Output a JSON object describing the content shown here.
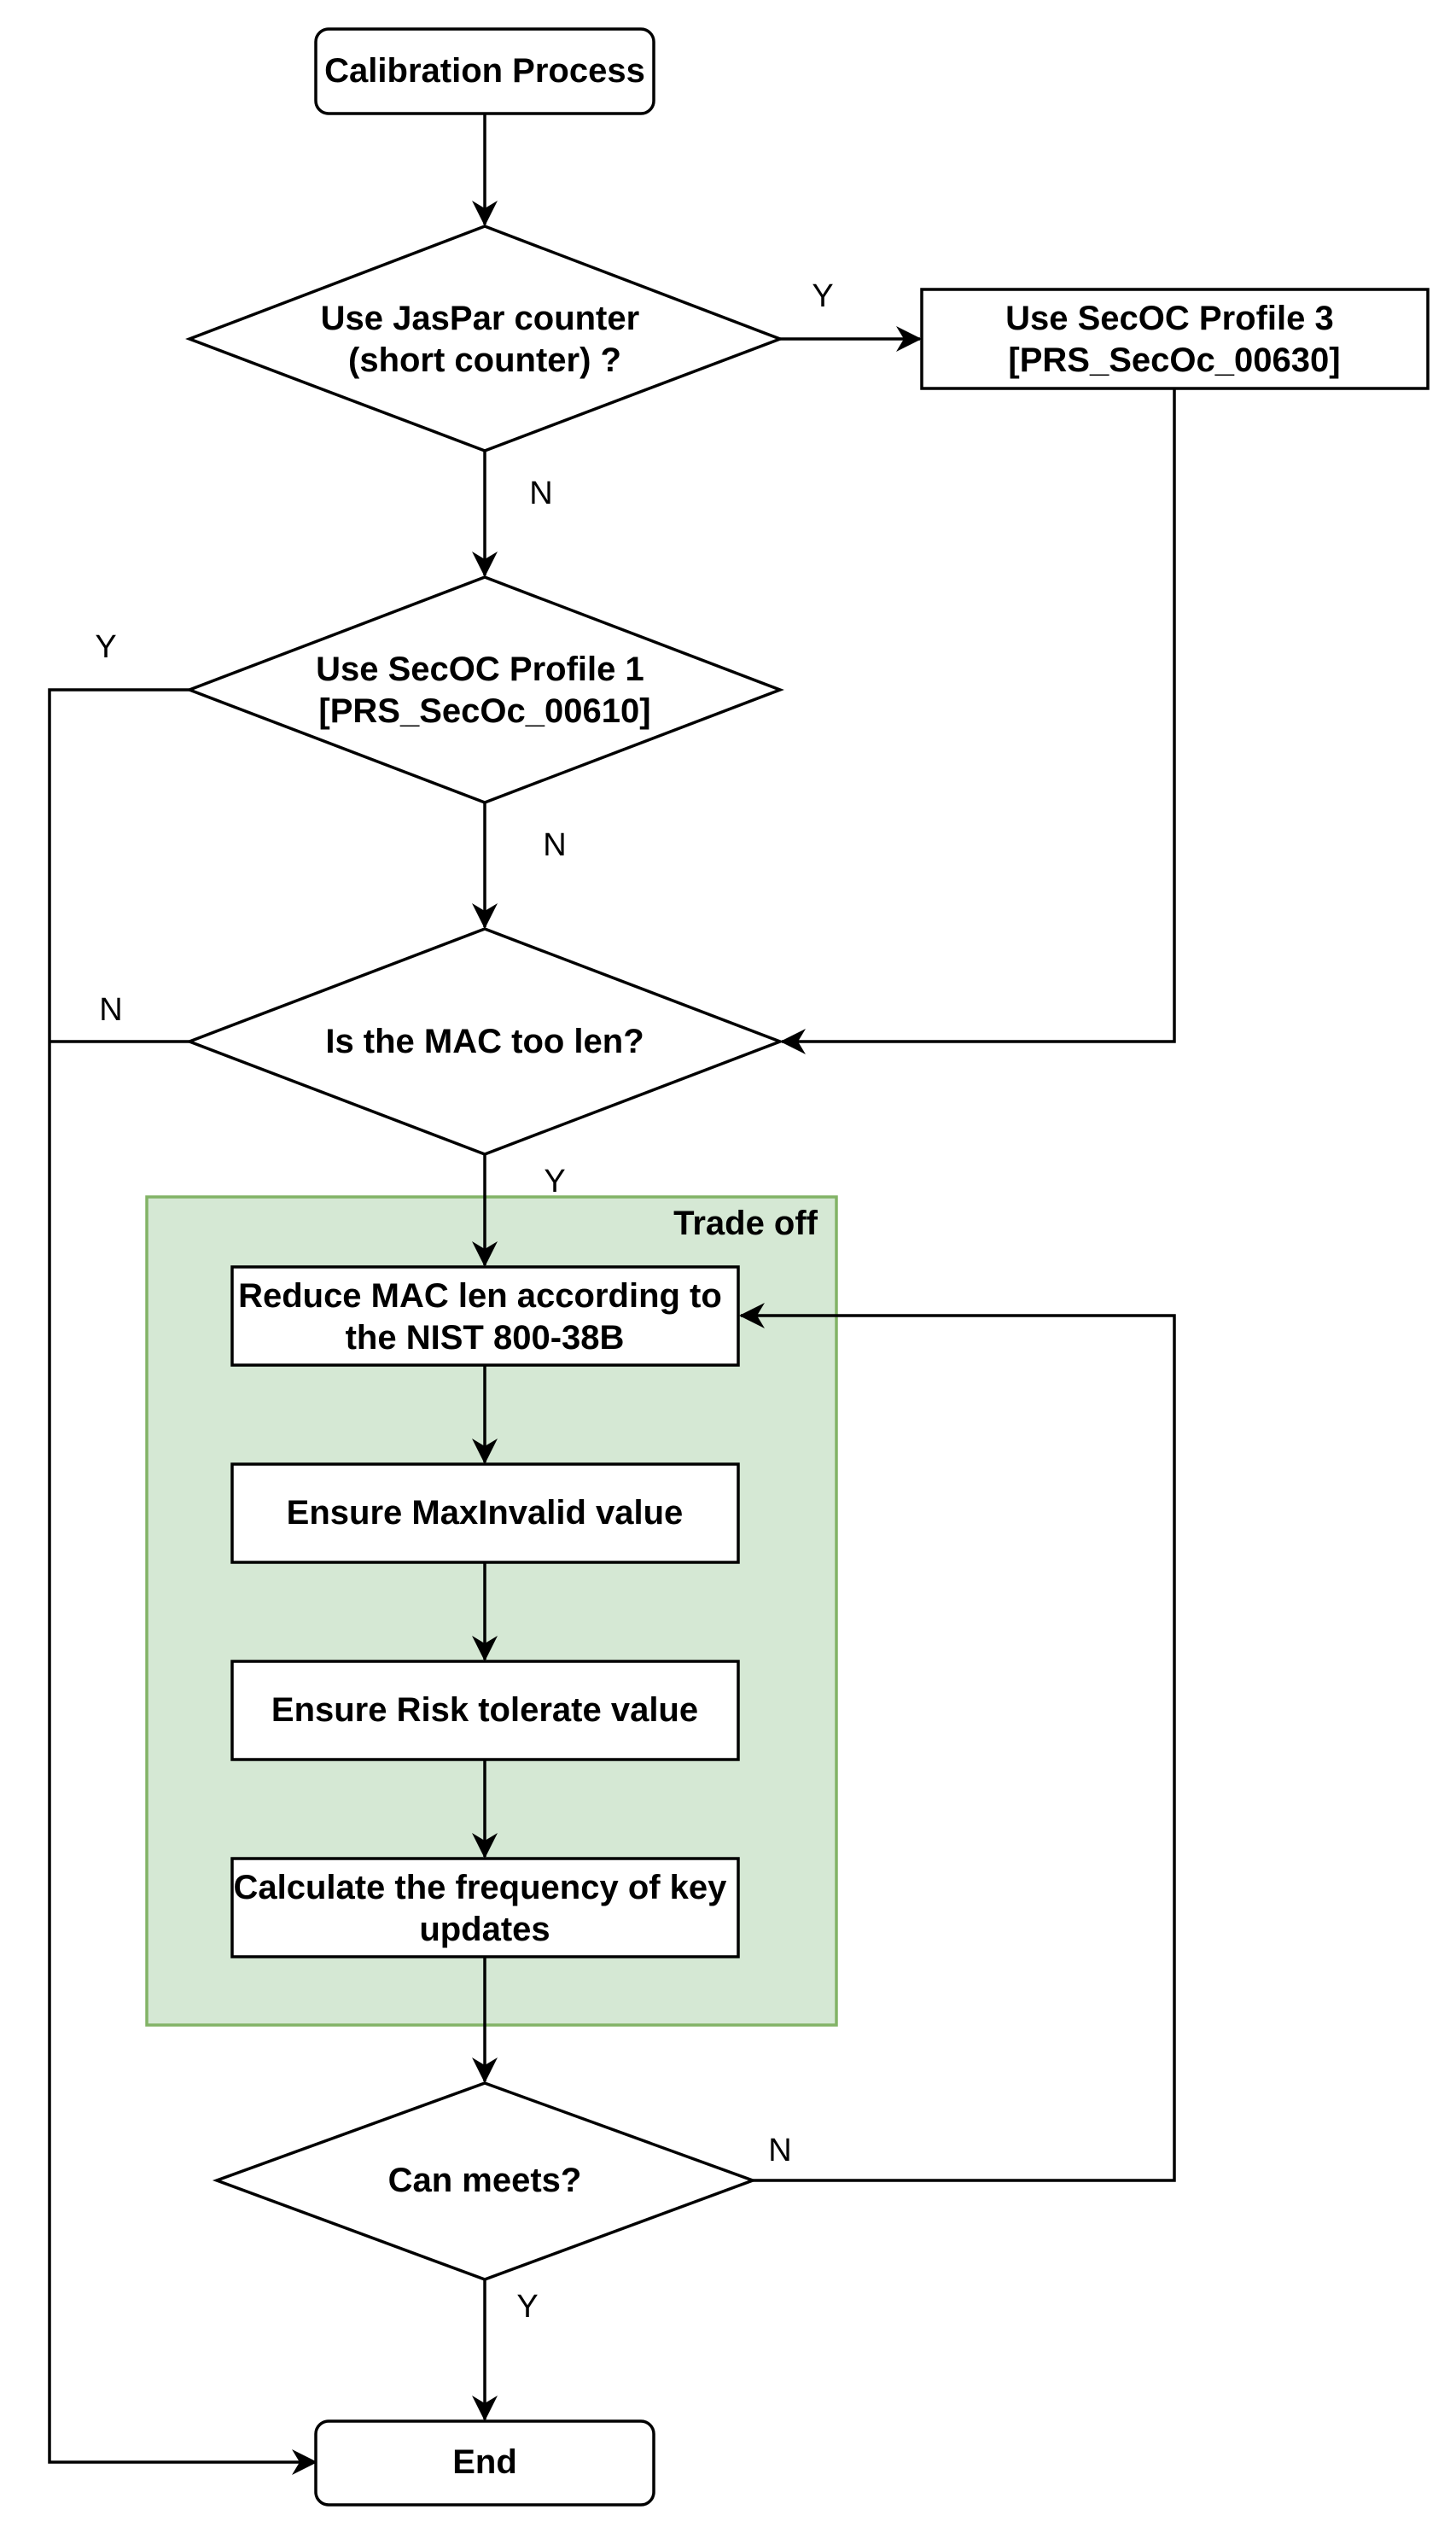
{
  "diagram": {
    "group": {
      "label": "Trade off"
    },
    "nodes": {
      "start": {
        "lines": [
          "Calibration Process"
        ]
      },
      "decision_jaspar": {
        "lines": [
          "Use JasPar counter",
          "(short counter) ?"
        ]
      },
      "profile3": {
        "lines": [
          "Use SecOC Profile 3",
          "[PRS_SecOc_00630]"
        ]
      },
      "decision_profile1": {
        "lines": [
          "Use SecOC Profile 1",
          "[PRS_SecOc_00610]"
        ]
      },
      "decision_mac": {
        "lines": [
          "Is the MAC too len?"
        ]
      },
      "reduce_mac": {
        "lines": [
          "Reduce MAC len according to",
          "the NIST 800-38B"
        ]
      },
      "ensure_maxinvalid": {
        "lines": [
          "Ensure MaxInvalid value"
        ]
      },
      "ensure_risk": {
        "lines": [
          "Ensure Risk tolerate value"
        ]
      },
      "calc_frequency": {
        "lines": [
          "Calculate the frequency of key",
          "updates"
        ]
      },
      "decision_meets": {
        "lines": [
          "Can meets?"
        ]
      },
      "end": {
        "lines": [
          "End"
        ]
      }
    },
    "edges": [
      {
        "from": "start",
        "to": "decision_jaspar",
        "label": ""
      },
      {
        "from": "decision_jaspar",
        "to": "profile3",
        "label": "Y"
      },
      {
        "from": "decision_jaspar",
        "to": "decision_profile1",
        "label": "N"
      },
      {
        "from": "decision_profile1",
        "to": "end",
        "label": "Y"
      },
      {
        "from": "decision_profile1",
        "to": "decision_mac",
        "label": "N"
      },
      {
        "from": "profile3",
        "to": "decision_mac",
        "label": ""
      },
      {
        "from": "decision_mac",
        "to": "end",
        "label": "N"
      },
      {
        "from": "decision_mac",
        "to": "reduce_mac",
        "label": "Y"
      },
      {
        "from": "reduce_mac",
        "to": "ensure_maxinvalid",
        "label": ""
      },
      {
        "from": "ensure_maxinvalid",
        "to": "ensure_risk",
        "label": ""
      },
      {
        "from": "ensure_risk",
        "to": "calc_frequency",
        "label": ""
      },
      {
        "from": "calc_frequency",
        "to": "decision_meets",
        "label": ""
      },
      {
        "from": "decision_meets",
        "to": "reduce_mac",
        "label": "N"
      },
      {
        "from": "decision_meets",
        "to": "end",
        "label": "Y"
      }
    ]
  }
}
